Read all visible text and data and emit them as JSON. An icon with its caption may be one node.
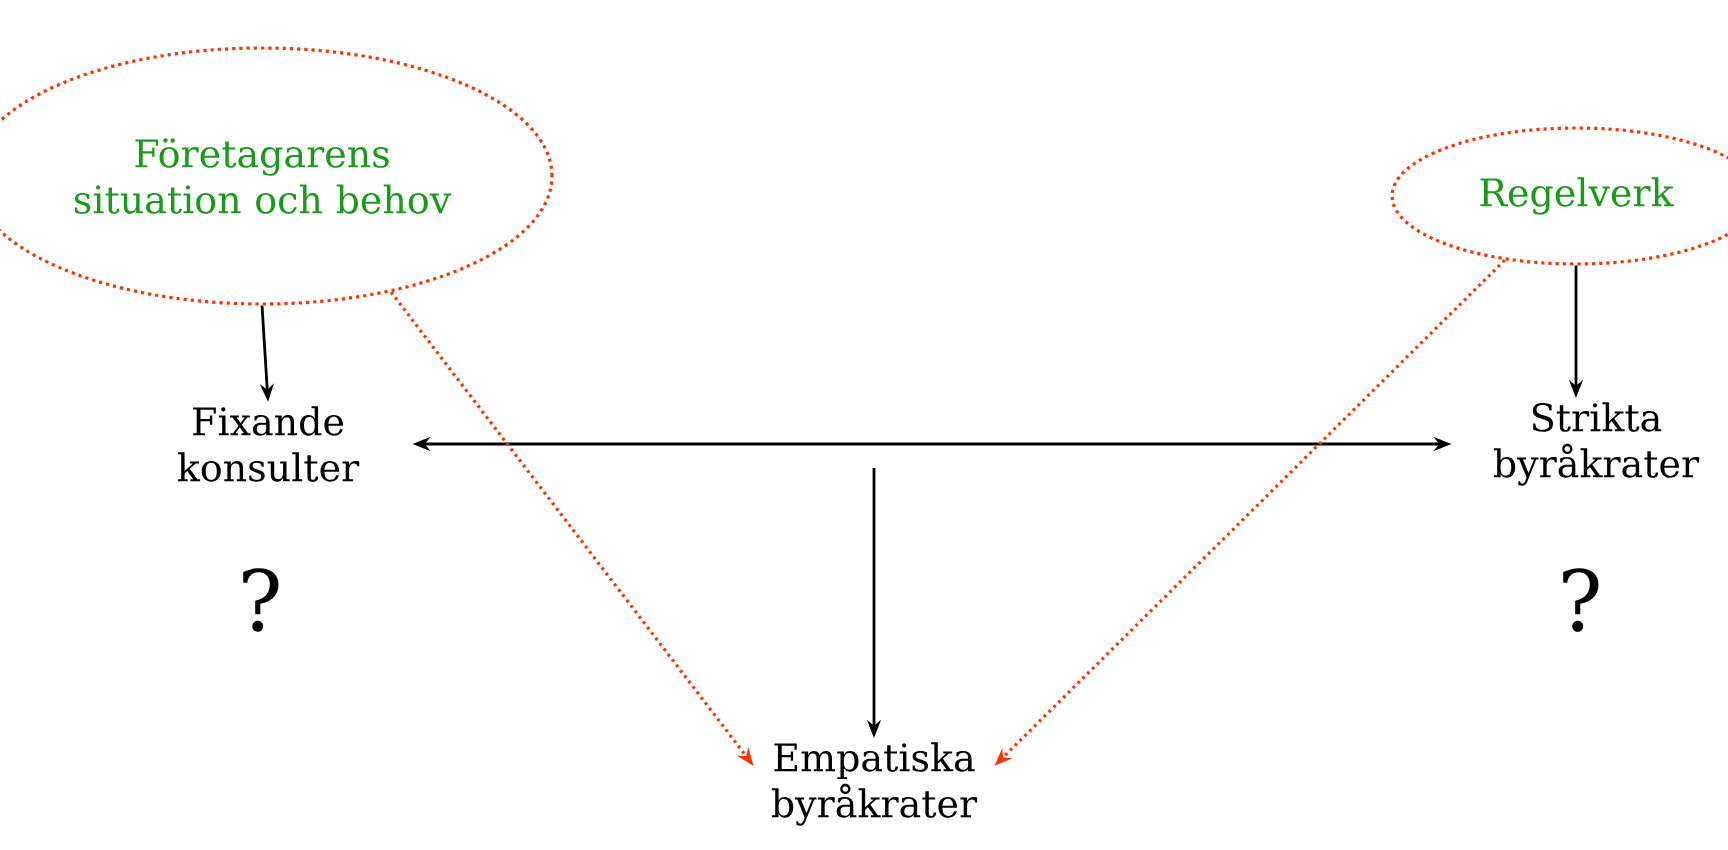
{
  "diagram": {
    "nodes": [
      {
        "text": [
          "Företagarens situation och behov"
        ]
      },
      {
        "text": [
          "Regelverk"
        ]
      },
      {
        "text": [
          "Fixande konsulter"
        ]
      },
      {
        "text": [
          "Strikta byråkrater"
        ]
      },
      {
        "text": [
          "Empatiska byråkrater"
        ]
      }
    ],
    "edges": [
      {
        "from": 0,
        "to": 2,
        "arrow": "to"
      },
      {
        "from": 1,
        "to": 3,
        "arrow": "to"
      },
      {
        "from": 2,
        "to": 3,
        "arrow": "both"
      },
      {
        "from": null,
        "to": 4,
        "arrow": "to"
      },
      {
        "from": 0,
        "to": 4,
        "arrow": "to",
        "style": "dashed",
        "color": "#ff3300"
      },
      {
        "from": 1,
        "to": 4,
        "arrow": "to",
        "style": "dashed",
        "color": "#ff3300"
      }
    ],
    "labels": [
      "?",
      "?"
    ]
  }
}
